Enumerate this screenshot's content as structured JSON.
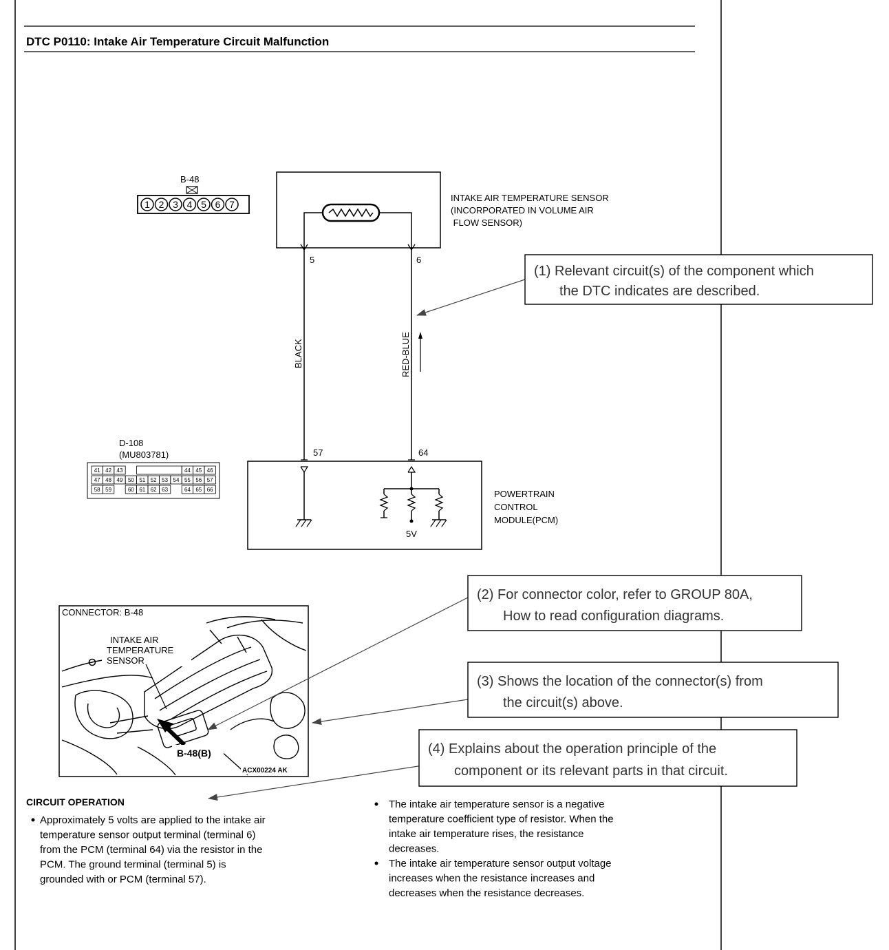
{
  "title": "DTC P0110: Intake Air Temperature Circuit Malfunction",
  "connector_b48": {
    "label": "B-48",
    "pins": [
      "1",
      "2",
      "3",
      "4",
      "5",
      "6",
      "7"
    ]
  },
  "sensor": {
    "lines": [
      "INTAKE AIR TEMPERATURE SENSOR",
      "(INCORPORATED IN VOLUME AIR",
      " FLOW SENSOR)"
    ],
    "pin_left": "5",
    "pin_right": "6"
  },
  "wires": {
    "left": "BLACK",
    "right": "RED-BLUE"
  },
  "connector_d108": {
    "label": "D-108",
    "part": "(MU803781)",
    "rows": [
      [
        "41",
        "42",
        "43",
        "",
        "",
        "",
        "",
        "",
        "44",
        "45",
        "46"
      ],
      [
        "47",
        "48",
        "49",
        "50",
        "51",
        "52",
        "53",
        "54",
        "55",
        "56",
        "57"
      ],
      [
        "58",
        "59",
        "",
        "60",
        "61",
        "62",
        "63",
        "",
        "64",
        "65",
        "66"
      ]
    ]
  },
  "pcm": {
    "lines": [
      "POWERTRAIN",
      "CONTROL",
      "MODULE(PCM)"
    ],
    "pin_left": "57",
    "pin_right": "64",
    "voltage": "5V"
  },
  "photo": {
    "connector_label": "CONNECTOR: B-48",
    "sensor_lines": [
      "INTAKE AIR",
      "TEMPERATURE",
      "SENSOR"
    ],
    "arrow_label": "B-48(B)",
    "code": "ACX00224 AK"
  },
  "callouts": [
    {
      "lines": [
        "(1) Relevant circuit(s) of the component which",
        "the DTC indicates are described."
      ]
    },
    {
      "lines": [
        "(2) For connector color, refer to GROUP 80A,",
        "How to read configuration diagrams."
      ]
    },
    {
      "lines": [
        "(3) Shows the location of the connector(s) from",
        "the circuit(s) above."
      ]
    },
    {
      "lines": [
        "(4) Explains about the operation principle of the",
        "component or its relevant parts in that circuit."
      ]
    }
  ],
  "circuit_operation": {
    "heading": "CIRCUIT OPERATION",
    "left_bullet_lines": [
      "Approximately 5 volts are applied to the intake air",
      "temperature sensor output terminal (terminal 6)",
      "from the PCM (terminal 64) via the resistor in the",
      "PCM. The ground terminal (terminal 5) is",
      "grounded with or PCM (terminal 57)."
    ],
    "right_bullets": [
      [
        "The intake air temperature sensor is a negative",
        "temperature coefficient type of resistor. When the",
        "intake air temperature rises, the resistance",
        "decreases."
      ],
      [
        "The intake air temperature sensor output voltage",
        "increases when the resistance increases and",
        "decreases when the resistance decreases."
      ]
    ]
  }
}
